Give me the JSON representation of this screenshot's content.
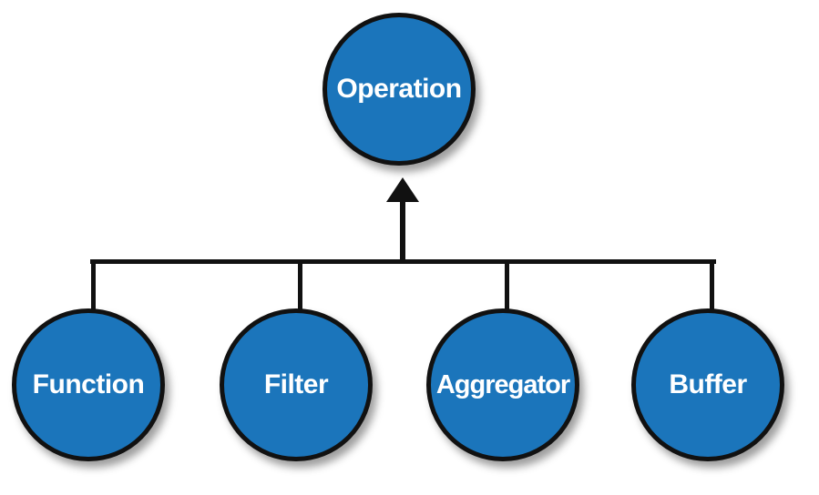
{
  "diagram": {
    "parent": {
      "label": "Operation"
    },
    "children": [
      {
        "label": "Function"
      },
      {
        "label": "Filter"
      },
      {
        "label": "Aggregator"
      },
      {
        "label": "Buffer"
      }
    ],
    "edge": {
      "style": "arrow",
      "direction": "up"
    }
  },
  "colors": {
    "node_fill": "#1B75BB",
    "node_border": "#111111",
    "node_label": "#FFFFFF",
    "connector": "#111111",
    "background": "#FFFFFF"
  }
}
